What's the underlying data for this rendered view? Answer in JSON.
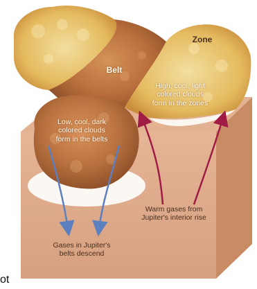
{
  "diagram": {
    "labels": {
      "zone": "Zone",
      "belt": "Belt",
      "zone_clouds": [
        "High, cool, light",
        "colored clouds",
        "form in the zones"
      ],
      "belt_clouds": [
        "Low, cool, dark",
        "colored clouds",
        "form in the belts"
      ],
      "warm_gases": [
        "Warm gases from",
        "Jupiter's interior rise"
      ],
      "descend": [
        "Gases in Jupiter's",
        "belts descend"
      ],
      "edge_fragment": "ot"
    },
    "colors": {
      "block_front": "#dca98a",
      "block_side": "#c98b63",
      "belt_band": "#b86e3a",
      "zone_cloud": "#e6bf5c",
      "rising_arrow": "#a01c45",
      "descending_arrow": "#5b7fbf"
    }
  }
}
